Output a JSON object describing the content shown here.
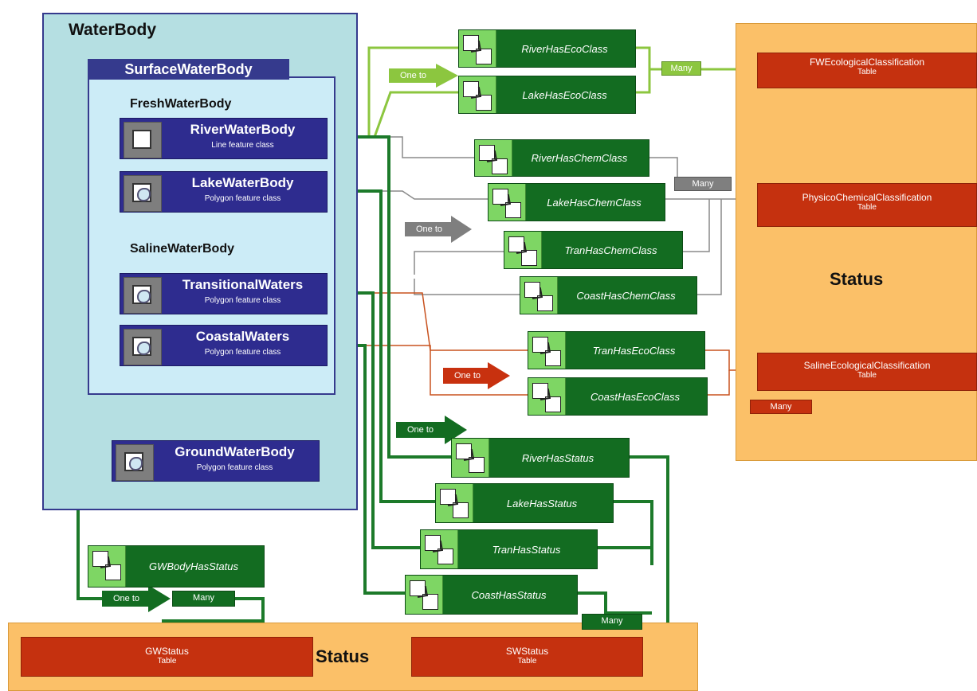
{
  "containers": {
    "waterbody": "WaterBody",
    "surface": "SurfaceWaterBody",
    "fresh": "FreshWaterBody",
    "saline": "SalineWaterBody"
  },
  "feature_classes": {
    "river": {
      "name": "RiverWaterBody",
      "type": "Line feature class"
    },
    "lake": {
      "name": "LakeWaterBody",
      "type": "Polygon feature class"
    },
    "trans": {
      "name": "TransitionalWaters",
      "type": "Polygon feature class"
    },
    "coast": {
      "name": "CoastalWaters",
      "type": "Polygon feature class"
    },
    "ground": {
      "name": "GroundWaterBody",
      "type": "Polygon feature class"
    }
  },
  "relationships": {
    "river_eco": "RiverHasEcoClass",
    "lake_eco": "LakeHasEcoClass",
    "river_chem": "RiverHasChemClass",
    "lake_chem": "LakeHasChemClass",
    "tran_chem": "TranHasChemClass",
    "coast_chem": "CoastHasChemClass",
    "tran_eco": "TranHasEcoClass",
    "coast_eco": "CoastHasEcoClass",
    "river_status": "RiverHasStatus",
    "lake_status": "LakeHasStatus",
    "tran_status": "TranHasStatus",
    "coast_status": "CoastHasStatus",
    "gw_status": "GWBodyHasStatus"
  },
  "tables": {
    "fw_eco": {
      "name": "FWEcologicalClassification",
      "sub": "Table"
    },
    "physchem": {
      "name": "PhysicoChemicalClassification",
      "sub": "Table"
    },
    "saline_eco": {
      "name": "SalineEcologicalClassification",
      "sub": "Table"
    },
    "gw_status": {
      "name": "GWStatus",
      "sub": "Table"
    },
    "sw_status": {
      "name": "SWStatus",
      "sub": "Table"
    }
  },
  "status_labels": {
    "right": "Status",
    "bottom": "Status"
  },
  "cardinality": {
    "one_to": "One to",
    "many": "Many"
  },
  "colors": {
    "feature_class": "#2e2c8f",
    "relationship": "#136c21",
    "table": "#c5310f",
    "status_area": "#fbc068",
    "eco_wire": "#8cc63f",
    "chem_wire": "#8a8a8a",
    "saline_wire": "#c8521f",
    "status_wire": "#1c7a2a"
  }
}
